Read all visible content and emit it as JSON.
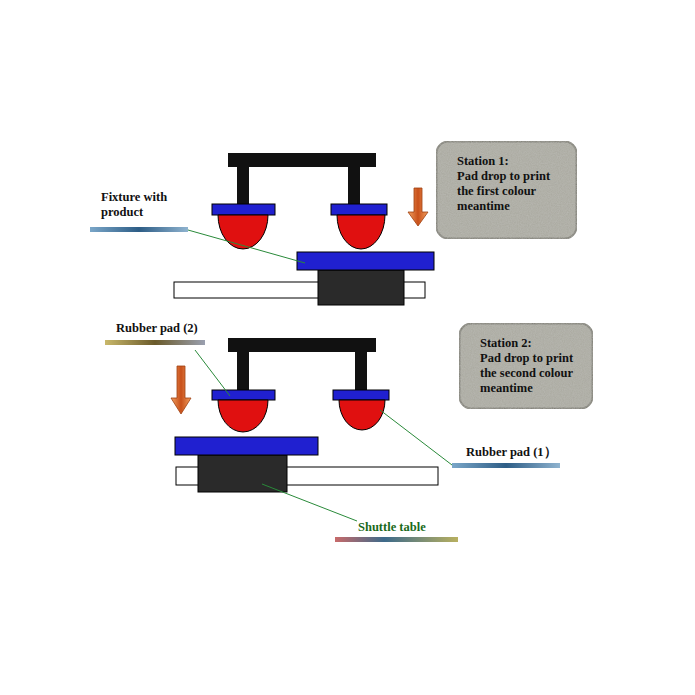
{
  "diagram": {
    "nodes": [
      {
        "text": [
          "Station 1:",
          "Pad drop to print the first colour meantime"
        ]
      },
      {
        "text": [
          "Station 2:",
          "Pad drop to print the second colour meantime"
        ]
      }
    ],
    "labels": [
      "Fixture with product",
      "Rubber pad (2)",
      "Rubber pad (1）",
      "Shuttle table"
    ]
  }
}
